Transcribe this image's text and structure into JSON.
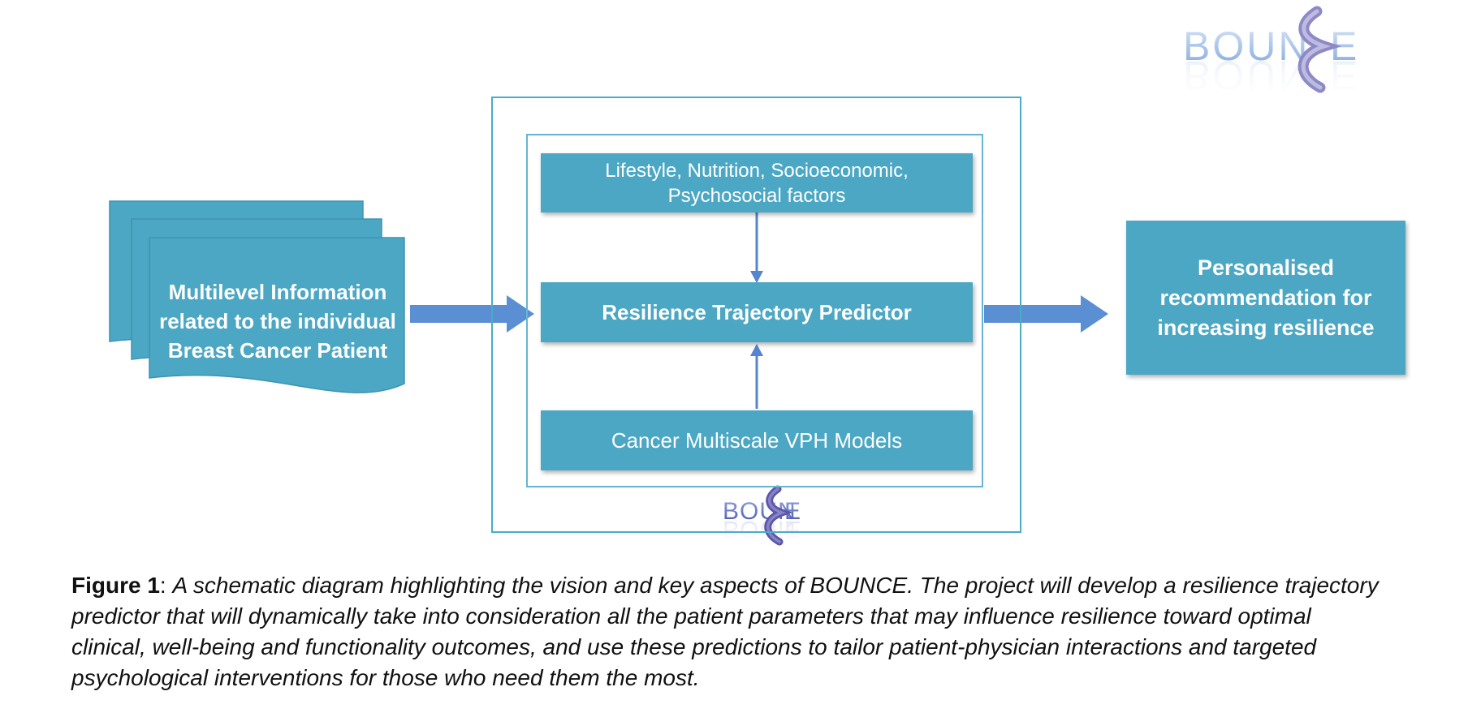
{
  "logo_main": {
    "letters_left": "BOUN",
    "letter_right": "E"
  },
  "logo_small": {
    "letters_left": "BOUN",
    "letter_right": "E"
  },
  "diagram": {
    "source_stack": {
      "label": "Multilevel Information related to the individual Breast Cancer Patient"
    },
    "center_group": {
      "inputs_box": {
        "label": "Lifestyle, Nutrition, Socioeconomic, Psychosocial factors"
      },
      "predictor_box": {
        "label": "Resilience Trajectory Predictor"
      },
      "models_box": {
        "label": "Cancer Multiscale VPH Models"
      }
    },
    "output_box": {
      "label": "Personalised recommendation for increasing resilience"
    }
  },
  "caption": {
    "label": "Figure 1",
    "separator": ": ",
    "body": "A schematic diagram highlighting the vision and key aspects of BOUNCE. The project will develop a resilience trajectory predictor that will dynamically take into consideration all the patient parameters that may influence resilience toward optimal clinical, well-being and functionality outcomes, and use these predictions to tailor patient-physician interactions and targeted psychological interventions for those who need them the most."
  },
  "colors": {
    "teal_fill": "#4BA7C3",
    "teal_frame": "#4BACC6",
    "inner_frame": "#64B6D0",
    "big_arrow": "#5B8FD3",
    "thin_arrow": "#5585CF",
    "logo_letter_light": "#A9C4E8",
    "logo_letter_small": "#5A66B8",
    "dna_purple": "#8D89C6",
    "caption_text": "#111111"
  }
}
